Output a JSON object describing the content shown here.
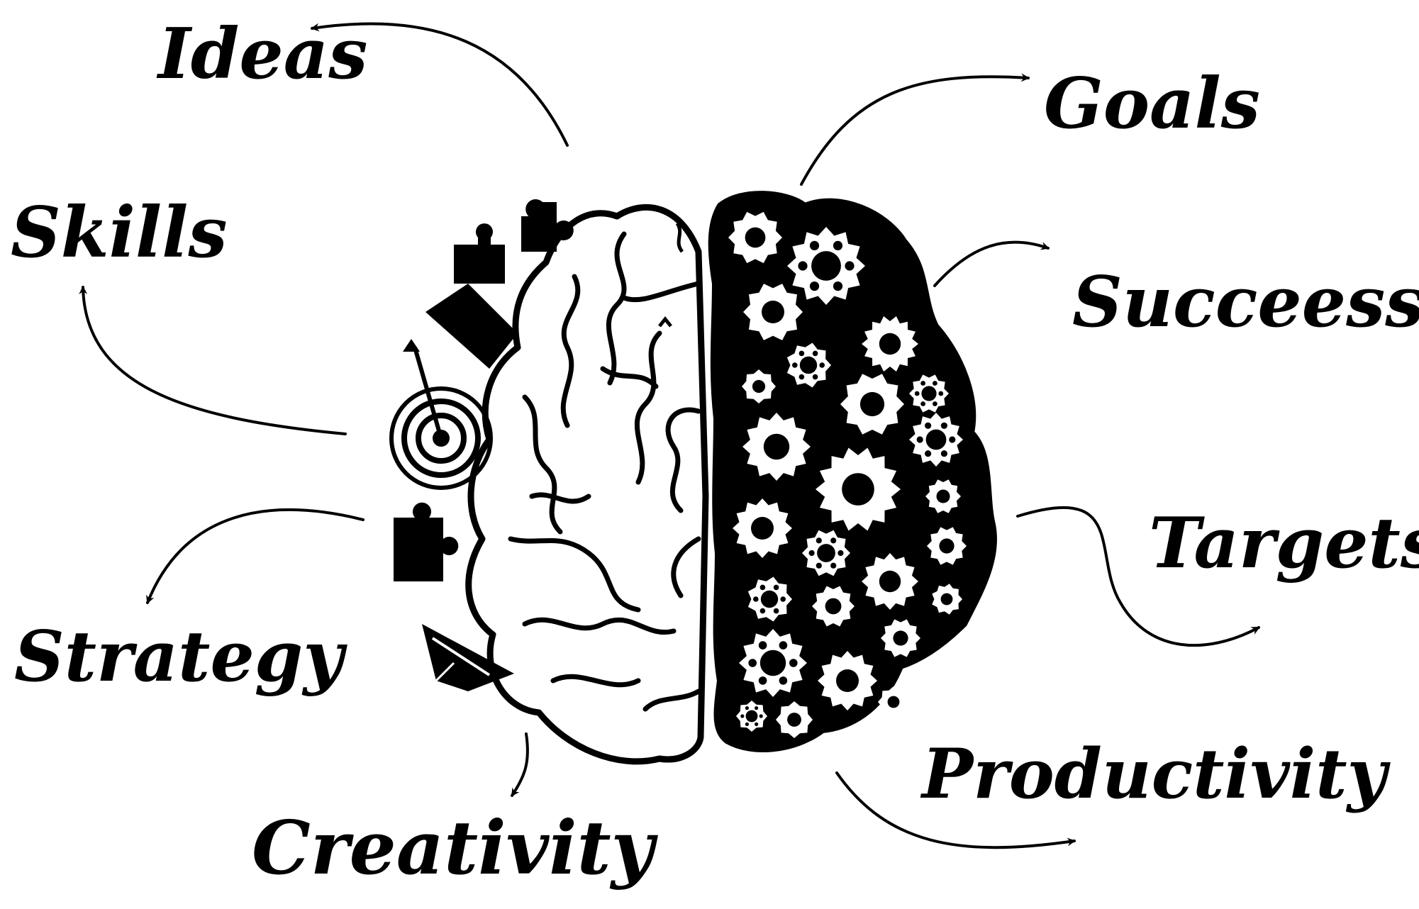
{
  "colors": {
    "ink": "#000000",
    "paper": "#ffffff"
  },
  "labels": {
    "ideas": "Ideas",
    "skills": "Skills",
    "strategy": "Strategy",
    "creativity": "Creativity",
    "goals": "Goals",
    "success": "Succeess",
    "targets": "Targets",
    "productivity": "Productivity"
  },
  "icons": [
    "brain-left-hemisphere-icon",
    "brain-right-hemisphere-icon",
    "gear-icon",
    "puzzle-piece-icon",
    "target-icon",
    "paper-plane-icon",
    "arrow-icon"
  ]
}
